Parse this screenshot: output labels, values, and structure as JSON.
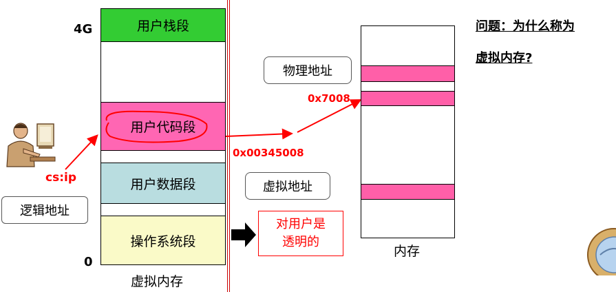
{
  "virtual_memory": {
    "caption": "虚拟内存",
    "top_label": "4G",
    "bottom_label": "0",
    "segments": {
      "stack": "用户栈段",
      "code": "用户代码段",
      "data": "用户数据段",
      "os": "操作系统段"
    },
    "colors": {
      "stack": "#33cc33",
      "code": "#ff66b3",
      "data": "#b9dde0",
      "os": "#fafac8"
    }
  },
  "addresses": {
    "cs_ip": "cs:ip",
    "logical_address": "逻辑地址",
    "virtual_address_value": "0x00345008",
    "virtual_address_label": "虚拟地址",
    "physical_address_value": "0x7008",
    "physical_address_label": "物理地址"
  },
  "transparency_note": {
    "line1": "对用户是",
    "line2": "透明的"
  },
  "physical_memory": {
    "caption": "内存",
    "band_color": "#ff5fa8"
  },
  "question": {
    "line1": "问题：为什么称为",
    "line2": "虚拟内存?"
  },
  "colors": {
    "arrow": "#ff0000",
    "divider": "#cc0000"
  }
}
